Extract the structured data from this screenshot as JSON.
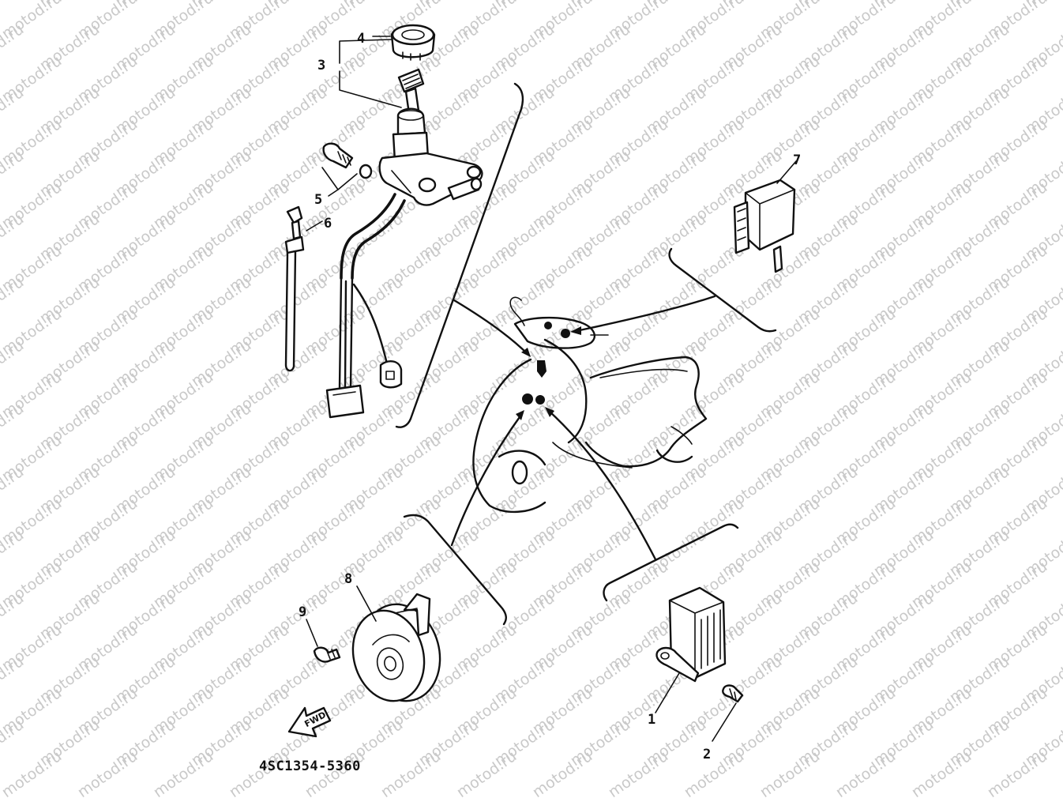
{
  "diagram": {
    "part_code": "4SC1354-5360",
    "direction_label": "FWD",
    "watermark": "motod.ru",
    "callouts": [
      "1",
      "2",
      "3",
      "4",
      "5",
      "6",
      "7",
      "8",
      "9"
    ]
  }
}
